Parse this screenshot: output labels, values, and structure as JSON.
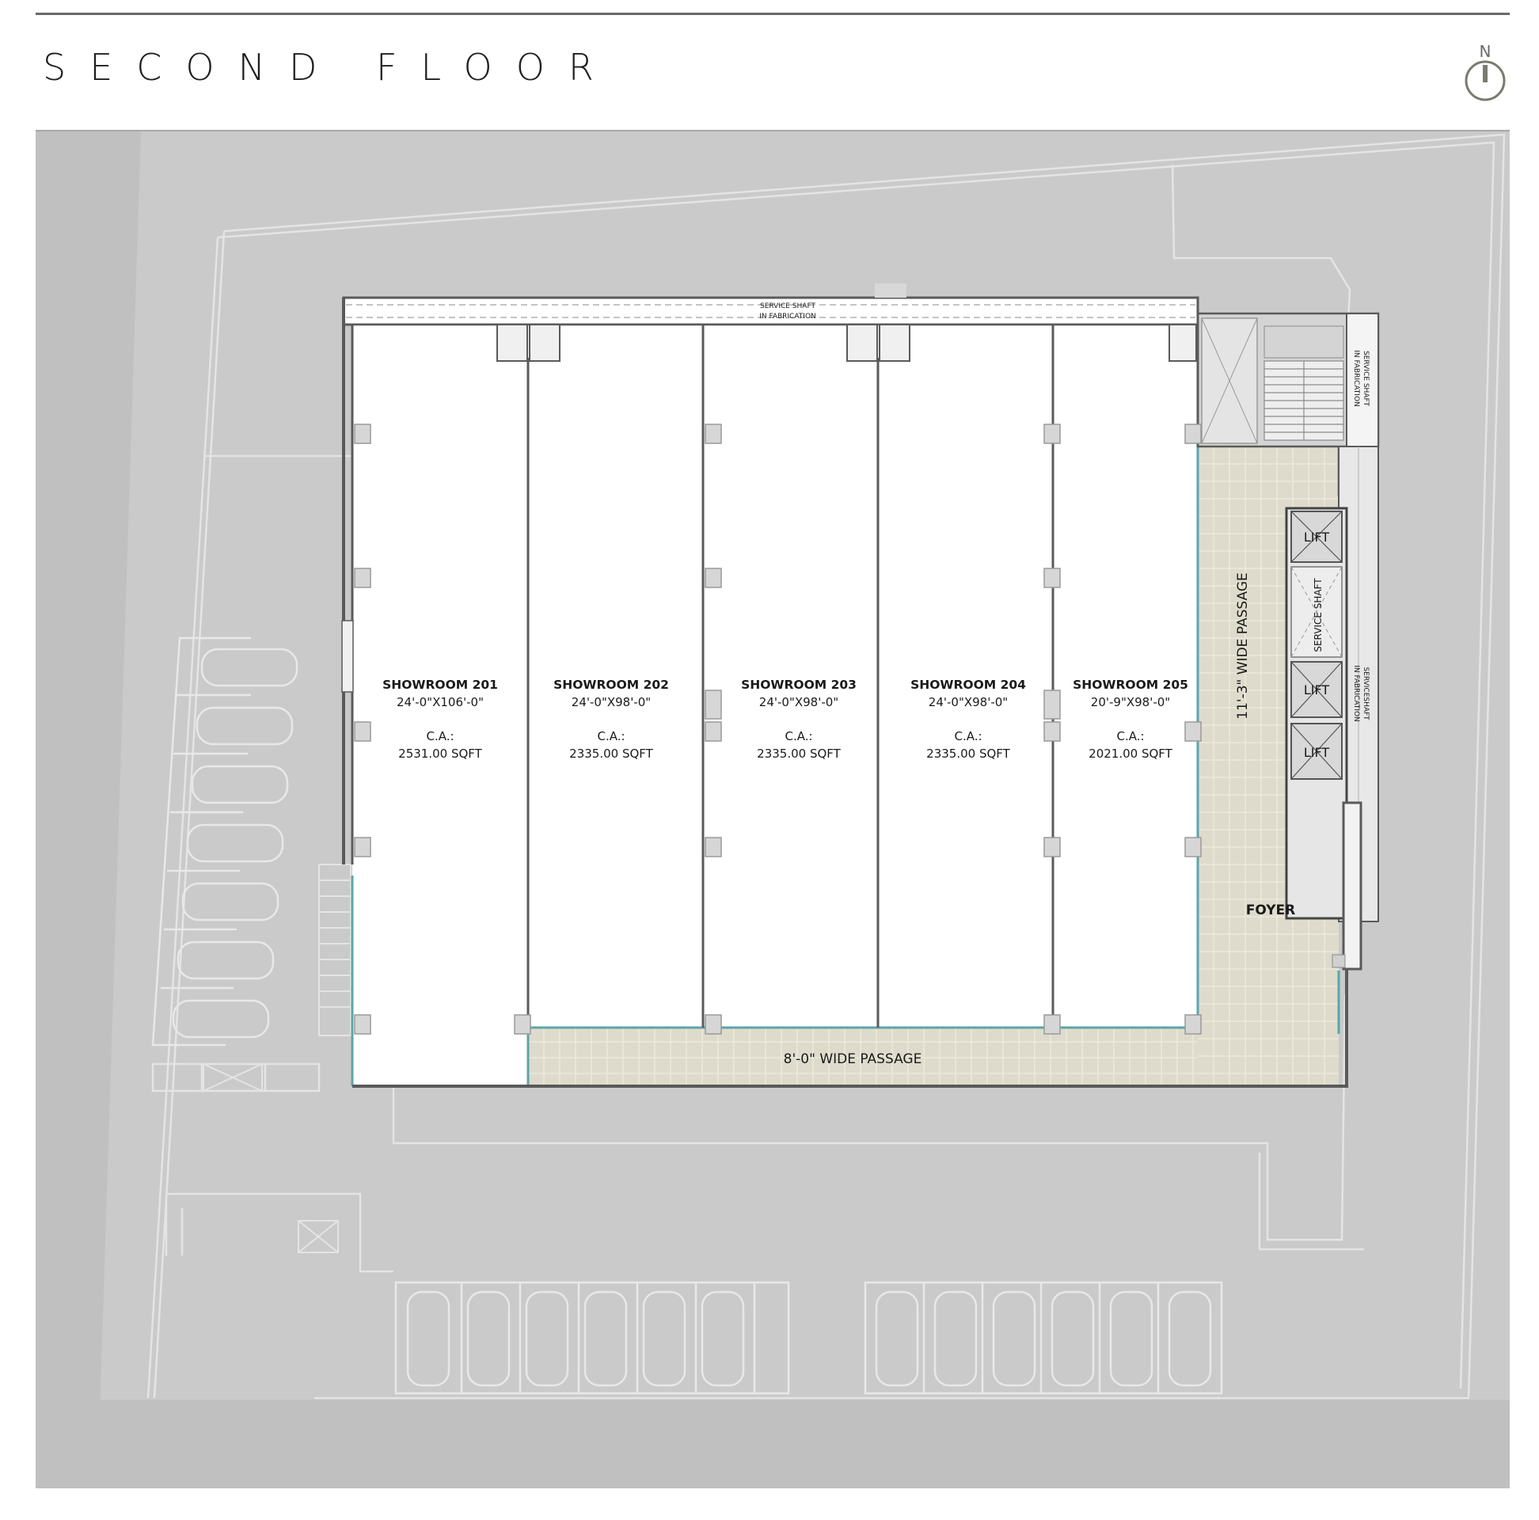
{
  "title": "SECOND FLOOR",
  "compass": {
    "label": "N"
  },
  "rooms": [
    {
      "name": "SHOWROOM 201",
      "size": "24'-0\"X106'-0\"",
      "ca_label": "C.A.:",
      "ca_value": "2531.00 SQFT"
    },
    {
      "name": "SHOWROOM 202",
      "size": "24'-0\"X98'-0\"",
      "ca_label": "C.A.:",
      "ca_value": "2335.00 SQFT"
    },
    {
      "name": "SHOWROOM 203",
      "size": "24'-0\"X98'-0\"",
      "ca_label": "C.A.:",
      "ca_value": "2335.00 SQFT"
    },
    {
      "name": "SHOWROOM 204",
      "size": "24'-0\"X98'-0\"",
      "ca_label": "C.A.:",
      "ca_value": "2335.00 SQFT"
    },
    {
      "name": "SHOWROOM 205",
      "size": "20'-9\"X98'-0\"",
      "ca_label": "C.A.:",
      "ca_value": "2021.00 SQFT"
    }
  ],
  "labels": {
    "foyer": "FOYER",
    "wide_passage_vertical": "11'-3\" WIDE PASSAGE",
    "wide_passage_horizontal": "8'-0\" WIDE PASSAGE",
    "service_shaft_top_1": "SERVICE SHAFT",
    "service_shaft_top_2": "IN FABRICATION",
    "service_shaft_right_1": "SERVICE SHAFT",
    "service_shaft_right_2": "IN FABRICATION",
    "service_shaft_mid": "SERVICE SHAFT",
    "service_shaft_low_1": "SERVICESHAFT",
    "service_shaft_low_2": "IN FABRICATION",
    "lift_1": "LIFT",
    "lift_2": "LIFT",
    "lift_3": "LIFT"
  },
  "colors": {
    "site_bg": "#cbcacb",
    "road": "#c0c0c1",
    "wall": "#5a5a5a",
    "passage_fill": "#dfdbcc",
    "passage_edge": "#5aa6ab"
  }
}
